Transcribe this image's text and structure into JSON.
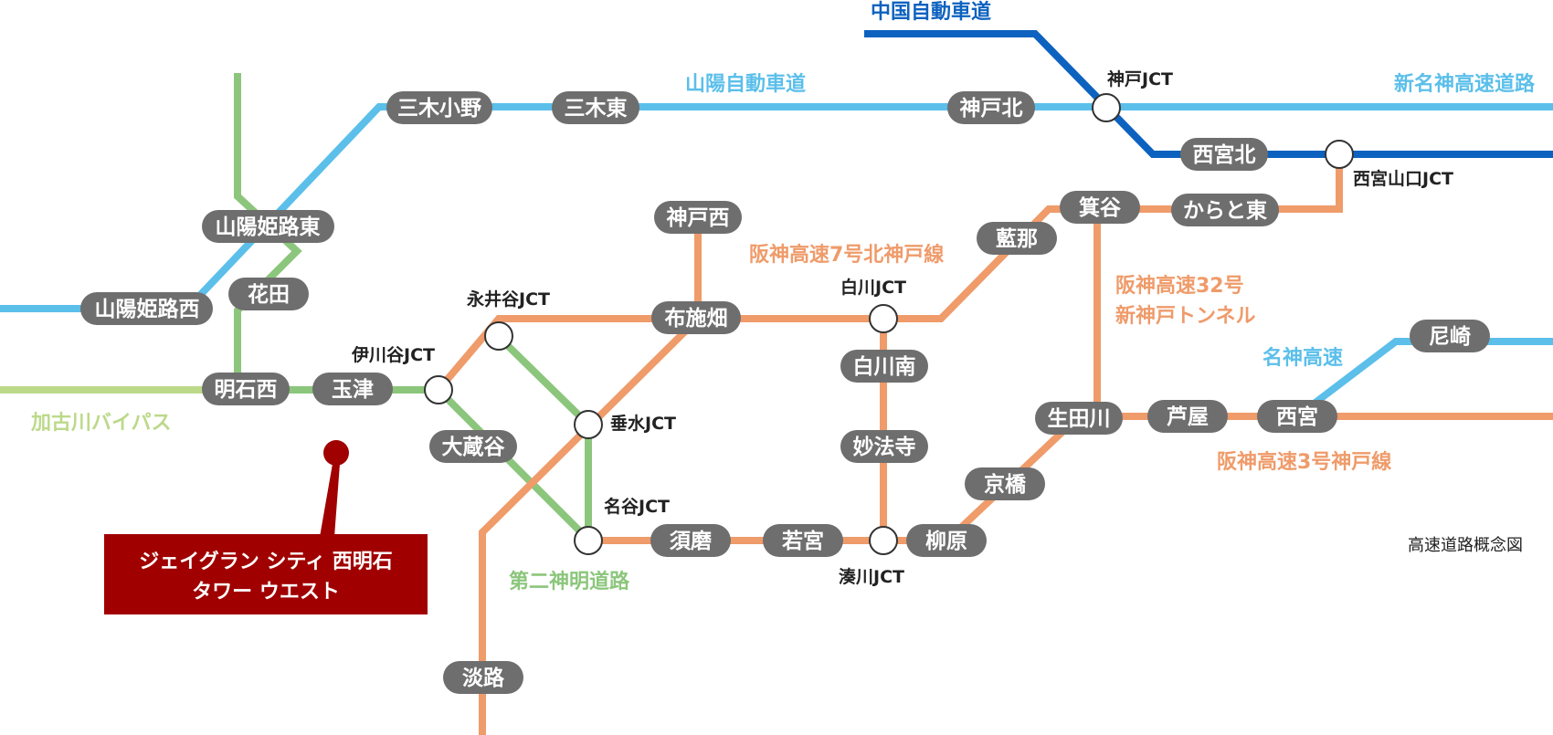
{
  "colors": {
    "sanyo": "#5bbfea",
    "chugoku": "#0d62bf",
    "hanshin": "#ef9b6a",
    "daini_shinmei": "#8cc67c",
    "kakogawa": "#bcd98a",
    "meishin": "#5bbfea",
    "station_fill": "#6e6e6e",
    "property": "#a00000"
  },
  "road_labels": {
    "chugoku": "中国自動車道",
    "sanyo": "山陽自動車道",
    "shin_meishin": "新名神高速道路",
    "hanshin7": "阪神高速7号北神戸線",
    "hanshin32_line1": "阪神高速32号",
    "hanshin32_line2": "新神戸トンネル",
    "meishin": "名神高速",
    "hanshin3": "阪神高速3号神戸線",
    "kakogawa": "加古川バイパス",
    "daini_shinmei": "第二神明道路"
  },
  "stations": {
    "miki_ono": "三木小野",
    "miki_higashi": "三木東",
    "kobe_kita": "神戸北",
    "nishinomiya_kita": "西宮北",
    "sanyo_himeji_higashi": "山陽姫路東",
    "hanada": "花田",
    "sanyo_himeji_nishi": "山陽姫路西",
    "akashi_nishi": "明石西",
    "tamatsu": "玉津",
    "okuradani": "大蔵谷",
    "kobe_nishi": "神戸西",
    "fuseihata": "布施畑",
    "shirakawa_minami": "白川南",
    "myohoji": "妙法寺",
    "suma": "須磨",
    "wakamiya": "若宮",
    "yanagihara": "柳原",
    "kyobashi": "京橋",
    "ikutagawa": "生田川",
    "ashiya": "芦屋",
    "nishinomiya": "西宮",
    "amagasaki": "尼崎",
    "aina": "藍那",
    "minodani": "箕谷",
    "karatohigashi": "からと東",
    "awaji": "淡路"
  },
  "junctions": {
    "kobe_jct": "神戸JCT",
    "nishinomiya_yamaguchi_jct": "西宮山口JCT",
    "nagaidani_jct": "永井谷JCT",
    "ikawadani_jct": "伊川谷JCT",
    "shirakawa_jct": "白川JCT",
    "tarumi_jct": "垂水JCT",
    "meitani_jct": "名谷JCT",
    "minatogawa_jct": "湊川JCT"
  },
  "property": {
    "line1": "ジェイグラン シティ 西明石",
    "line2": "タワー ウエスト"
  },
  "caption": "高速道路概念図"
}
